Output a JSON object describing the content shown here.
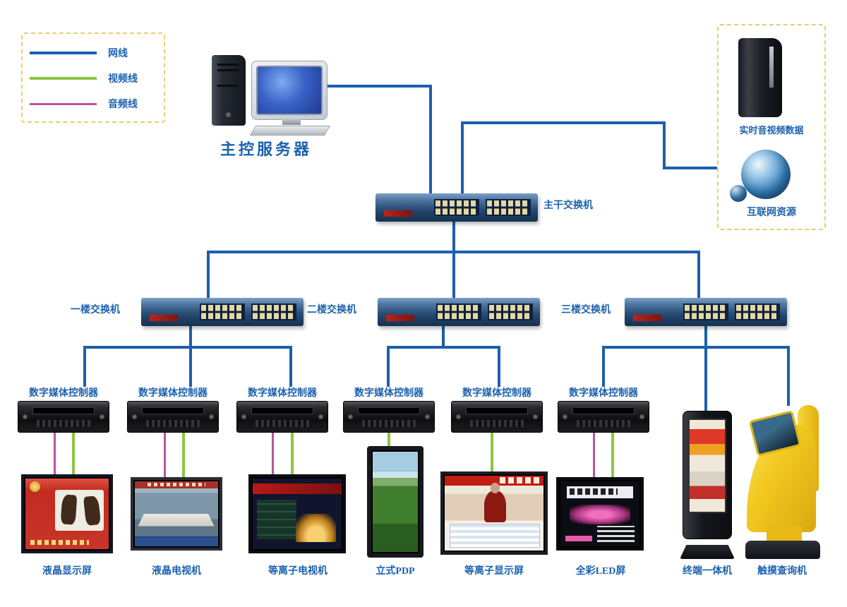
{
  "legend": {
    "items": [
      {
        "name": "network",
        "label": "网线",
        "color": "#1b5fae"
      },
      {
        "name": "video",
        "label": "视频线",
        "color": "#8dc63f"
      },
      {
        "name": "audio",
        "label": "音频线",
        "color": "#b8569f"
      }
    ]
  },
  "main_server": {
    "label": "主控服务器"
  },
  "internet": {
    "realtime_label": "实时音视频数据",
    "resources_label": "互联网资源"
  },
  "switches": {
    "backbone": "主干交换机",
    "floor1": "一楼交换机",
    "floor2": "二楼交换机",
    "floor3": "三楼交换机"
  },
  "controller": {
    "label": "数字媒体控制器"
  },
  "displays": {
    "lcd_screen": "液晶显示屏",
    "lcd_tv": "液晶电视机",
    "plasma_tv": "等离子电视机",
    "vertical_pdp": "立式PDP",
    "plasma_screen": "等离子显示屏",
    "led_screen": "全彩LED屏",
    "terminal": "终端一体机",
    "touch_kiosk": "触摸查询机"
  }
}
